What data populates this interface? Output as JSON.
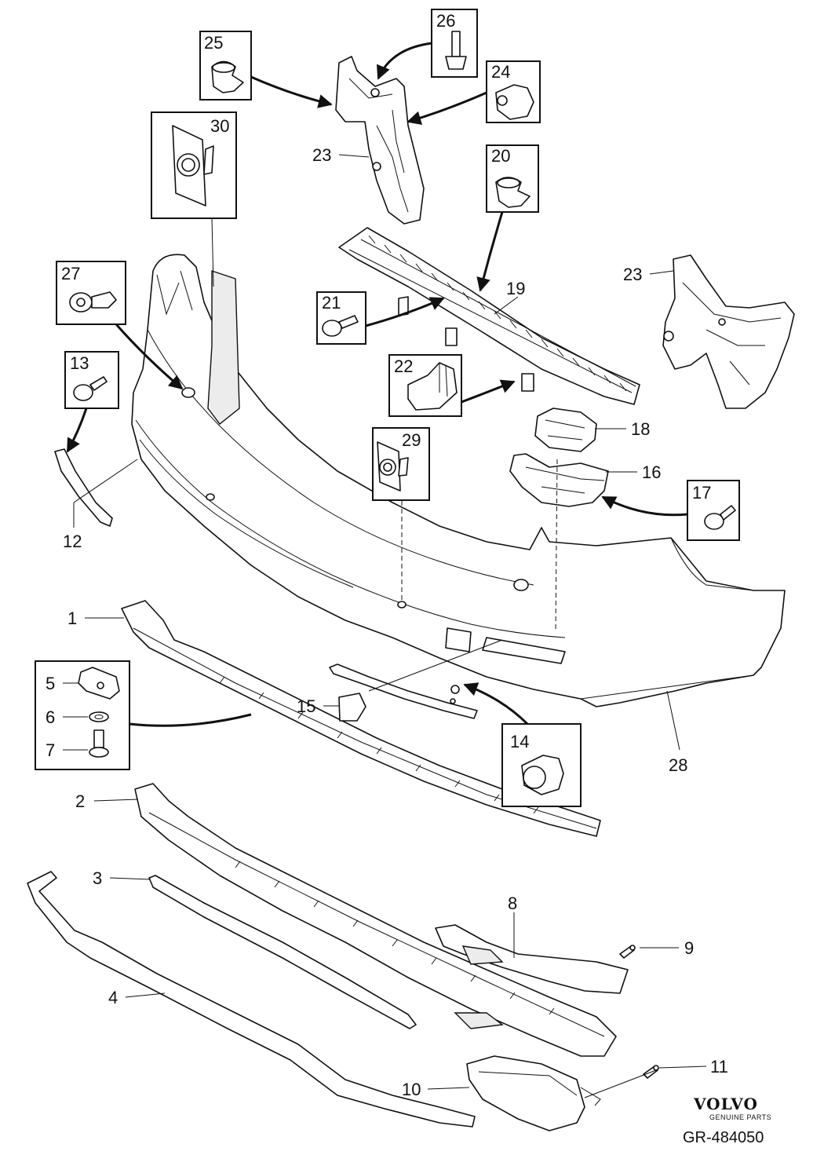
{
  "callouts": {
    "c1": "1",
    "c2": "2",
    "c3": "3",
    "c4": "4",
    "c5": "5",
    "c6": "6",
    "c7": "7",
    "c8": "8",
    "c9": "9",
    "c10": "10",
    "c11": "11",
    "c12": "12",
    "c13": "13",
    "c14": "14",
    "c15": "15",
    "c16": "16",
    "c17": "17",
    "c18": "18",
    "c19": "19",
    "c20": "20",
    "c21": "21",
    "c22": "22",
    "c23a": "23",
    "c23b": "23",
    "c24": "24",
    "c25": "25",
    "c26": "26",
    "c27": "27",
    "c28": "28",
    "c29": "29",
    "c30": "30"
  },
  "brand": {
    "name": "VOLVO",
    "subtitle": "GENUINE PARTS"
  },
  "reference": "GR-484050"
}
